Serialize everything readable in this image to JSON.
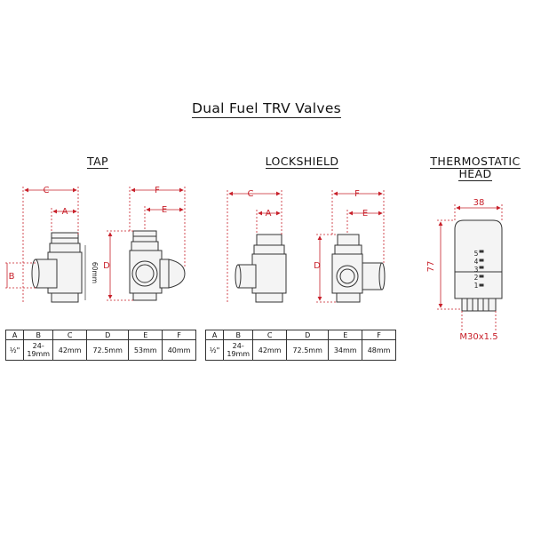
{
  "title": "Dual Fuel TRV Valves",
  "sections": {
    "tap": "TAP",
    "lockshield": "LOCKSHIELD",
    "thermostatic_line1": "THERMOSTATIC",
    "thermostatic_line2": "HEAD"
  },
  "dimension_labels": {
    "a": "A",
    "b": "B",
    "c": "C",
    "d": "D",
    "e": "E",
    "f": "F",
    "tap_height": "60mm",
    "head_width": "38",
    "head_height": "77",
    "head_thread": "M30x1.5",
    "head_scale": [
      "5",
      "4",
      "3",
      "2",
      "1"
    ]
  },
  "tables": {
    "headers": [
      "A",
      "B",
      "C",
      "D",
      "E",
      "F"
    ],
    "tap": [
      "½\"",
      "24-19mm",
      "42mm",
      "72.5mm",
      "53mm",
      "40mm"
    ],
    "lockshield": [
      "½\"",
      "24-19mm",
      "42mm",
      "72.5mm",
      "34mm",
      "48mm"
    ]
  },
  "colors": {
    "dimension": "#c8202a",
    "outline": "#333333",
    "body_fill": "#f4f4f4"
  }
}
